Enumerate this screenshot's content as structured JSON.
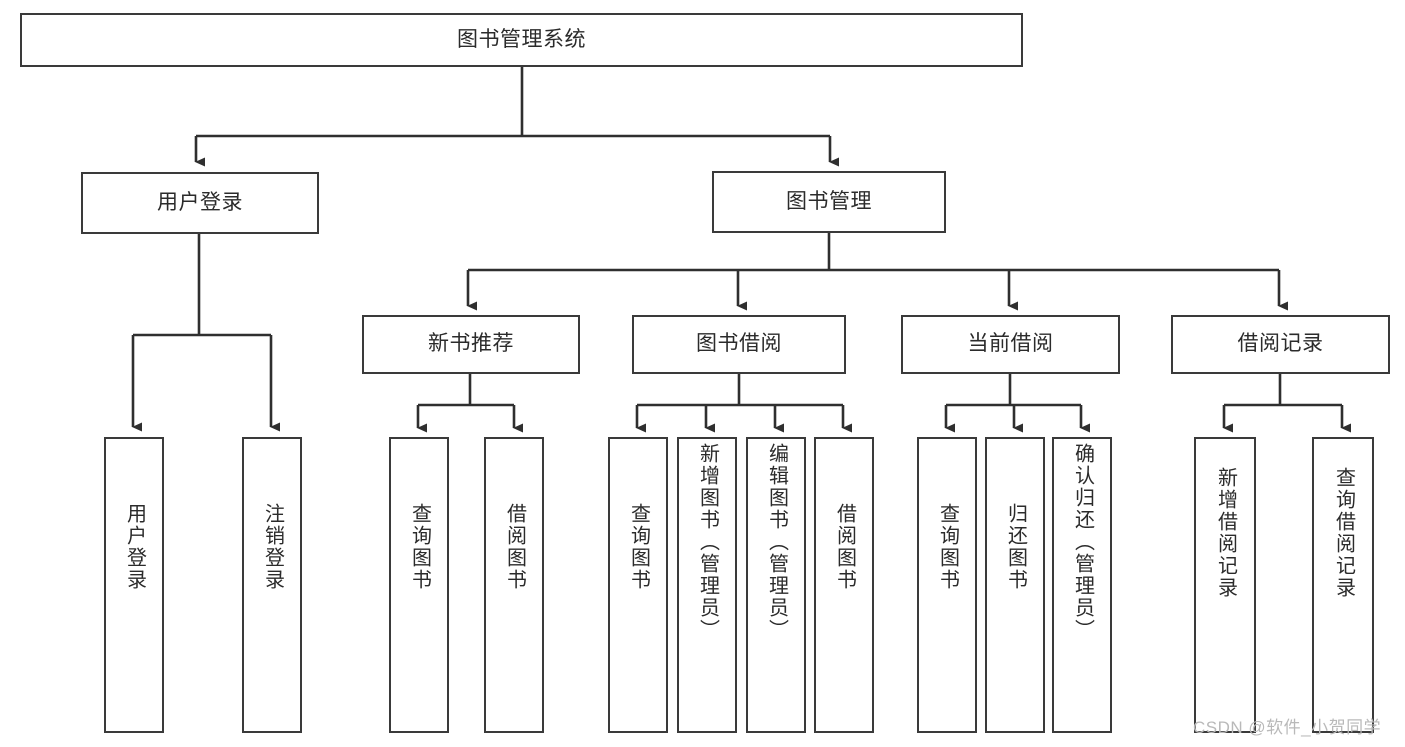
{
  "diagram": {
    "title": "图书管理系统",
    "type": "hierarchy-tree",
    "root": {
      "id": "root",
      "label": "图书管理系统",
      "level": 0
    },
    "level1": [
      {
        "id": "user-login",
        "label": "用户登录"
      },
      {
        "id": "book-management",
        "label": "图书管理"
      }
    ],
    "level2": [
      {
        "id": "new-book-recommend",
        "label": "新书推荐",
        "parent": "book-management"
      },
      {
        "id": "book-borrow",
        "label": "图书借阅",
        "parent": "book-management"
      },
      {
        "id": "current-borrow",
        "label": "当前借阅",
        "parent": "book-management"
      },
      {
        "id": "borrow-record",
        "label": "借阅记录",
        "parent": "book-management"
      }
    ],
    "leaves": [
      {
        "id": "leaf-user-login",
        "label": "用户登录",
        "parent": "user-login"
      },
      {
        "id": "leaf-logout-login",
        "label": "注销登录",
        "parent": "user-login"
      },
      {
        "id": "leaf-query-book-1",
        "label": "查询图书",
        "parent": "new-book-recommend"
      },
      {
        "id": "leaf-borrow-book-1",
        "label": "借阅图书",
        "parent": "new-book-recommend"
      },
      {
        "id": "leaf-query-book-2",
        "label": "查询图书",
        "parent": "book-borrow"
      },
      {
        "id": "leaf-add-book",
        "label": "新增图书（管理员）",
        "parent": "book-borrow"
      },
      {
        "id": "leaf-edit-book",
        "label": "编辑图书（管理员）",
        "parent": "book-borrow"
      },
      {
        "id": "leaf-borrow-book-2",
        "label": "借阅图书",
        "parent": "book-borrow"
      },
      {
        "id": "leaf-query-book-3",
        "label": "查询图书",
        "parent": "current-borrow"
      },
      {
        "id": "leaf-return-book",
        "label": "归还图书",
        "parent": "current-borrow"
      },
      {
        "id": "leaf-confirm-return",
        "label": "确认归还（管理员）",
        "parent": "current-borrow"
      },
      {
        "id": "leaf-add-borrow-record",
        "label": "新增借阅记录",
        "parent": "borrow-record"
      },
      {
        "id": "leaf-query-borrow-record",
        "label": "查询借阅记录",
        "parent": "borrow-record"
      }
    ]
  },
  "watermark": {
    "text": "CSDN @软件_小贺同学"
  },
  "colors": {
    "border": "#3a3a3a",
    "background": "#ffffff",
    "text": "#2b2b2b",
    "watermark": "#b9b9b9"
  }
}
